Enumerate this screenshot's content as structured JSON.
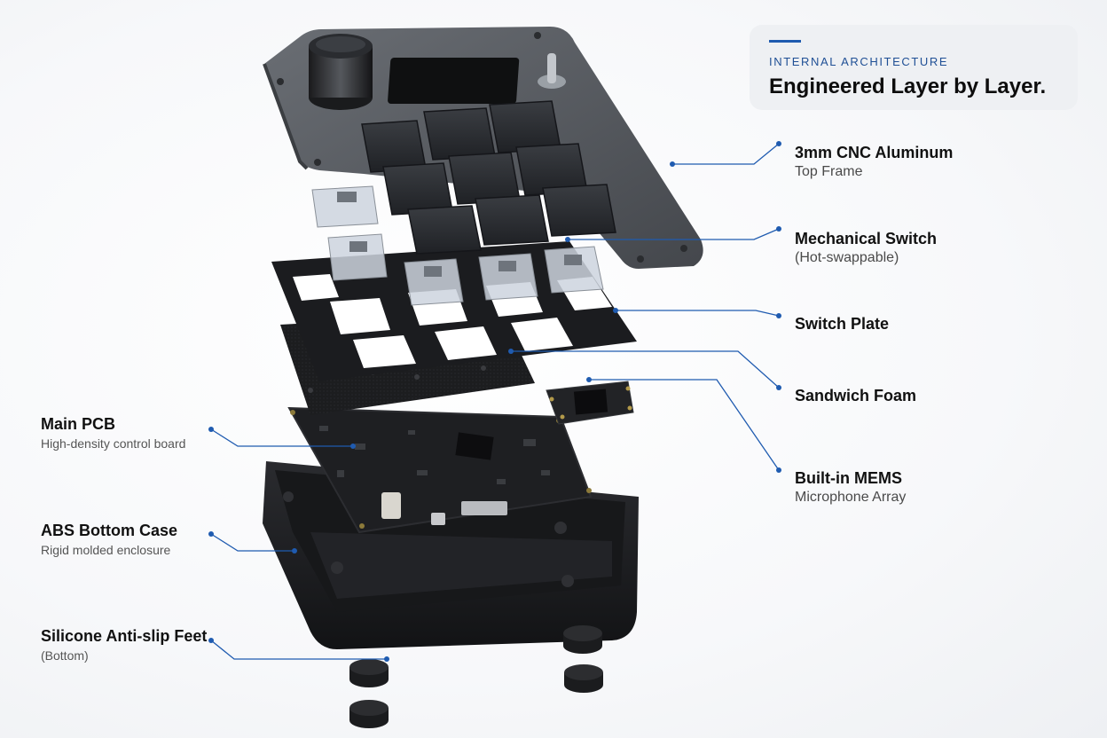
{
  "header": {
    "eyebrow": "INTERNAL ARCHITECTURE",
    "title": "Engineered Layer by Layer."
  },
  "callouts": {
    "top_frame": {
      "title": "3mm CNC Aluminum",
      "subtitle": "Top Frame"
    },
    "switch": {
      "title": "Mechanical Switch",
      "subtitle": "(Hot-swappable)"
    },
    "switch_plate": {
      "title": "Switch Plate"
    },
    "foam": {
      "title": "Sandwich Foam"
    },
    "mems": {
      "title": "Built-in MEMS",
      "subtitle": "Microphone Array"
    },
    "pcb": {
      "title": "Main PCB",
      "subtitle": "High-density control board"
    },
    "bottom_case": {
      "title": "ABS Bottom Case",
      "subtitle": "Rigid molded enclosure"
    },
    "feet": {
      "title": "Silicone Anti-slip Feet",
      "subtitle": "(Bottom)"
    }
  },
  "colors": {
    "accent": "#1f5bb0",
    "leader_line": "#1f5bb0",
    "frame": "#5b5f64",
    "keycap": "#2b2e33",
    "case": "#1c1d20"
  }
}
